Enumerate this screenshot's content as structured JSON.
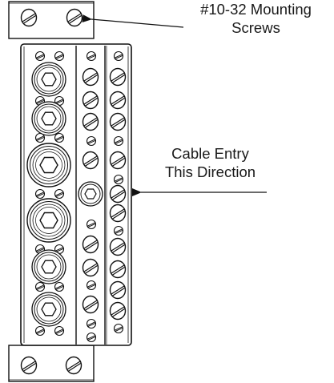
{
  "callouts": {
    "mounting_screws": {
      "line1": "#10-32 Mounting",
      "line2": "Screws"
    },
    "cable_entry": {
      "line1": "Cable Entry",
      "line2": "This Direction"
    }
  },
  "colors": {
    "line": "#111111",
    "background": "#ffffff"
  }
}
